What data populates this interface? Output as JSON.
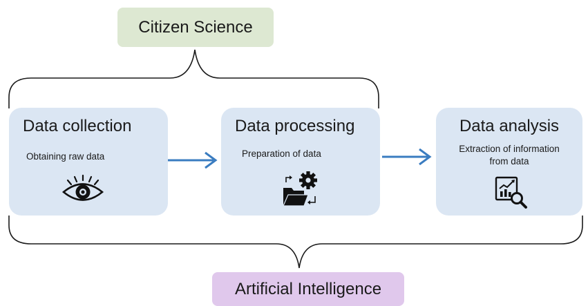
{
  "top_label": "Citizen Science",
  "bottom_label": "Artificial Intelligence",
  "stages": [
    {
      "title": "Data collection",
      "subtitle": "Obtaining raw data",
      "icon": "eye-icon"
    },
    {
      "title": "Data processing",
      "subtitle": "Preparation of data",
      "icon": "folder-gear-icon"
    },
    {
      "title": "Data analysis",
      "subtitle": "Extraction of information\nfrom data",
      "icon": "chart-magnifier-icon"
    }
  ],
  "colors": {
    "citizen_fill": "#dde8d2",
    "ai_fill": "#e0c8ec",
    "stage_fill": "#dbe6f3",
    "arrow": "#3a7cc0"
  }
}
